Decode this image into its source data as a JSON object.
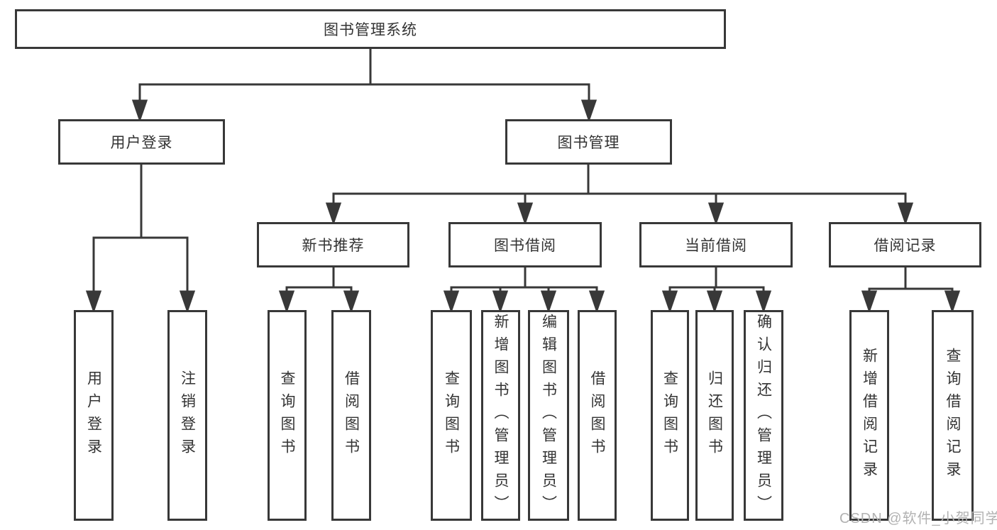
{
  "diagram": {
    "root": {
      "label": "图书管理系统"
    },
    "level2": [
      {
        "id": "user-login",
        "label": "用户登录"
      },
      {
        "id": "book-management",
        "label": "图书管理"
      }
    ],
    "level3": [
      {
        "id": "new-book-recommend",
        "label": "新书推荐"
      },
      {
        "id": "book-borrowing",
        "label": "图书借阅"
      },
      {
        "id": "current-borrowing",
        "label": "当前借阅"
      },
      {
        "id": "borrowing-records",
        "label": "借阅记录"
      }
    ],
    "leaves": [
      {
        "parent": "用户登录",
        "label": "用户登录"
      },
      {
        "parent": "用户登录",
        "label": "注销登录"
      },
      {
        "parent": "新书推荐",
        "label": "查询图书"
      },
      {
        "parent": "新书推荐",
        "label": "借阅图书"
      },
      {
        "parent": "图书借阅",
        "label": "查询图书"
      },
      {
        "parent": "图书借阅",
        "label": "新增图书（管理员）"
      },
      {
        "parent": "图书借阅",
        "label": "编辑图书（管理员）"
      },
      {
        "parent": "图书借阅",
        "label": "借阅图书"
      },
      {
        "parent": "当前借阅",
        "label": "查询图书"
      },
      {
        "parent": "当前借阅",
        "label": "归还图书"
      },
      {
        "parent": "当前借阅",
        "label": "确认归还（管理员）"
      },
      {
        "parent": "借阅记录",
        "label": "新增借阅记录"
      },
      {
        "parent": "借阅记录",
        "label": "查询借阅记录"
      }
    ],
    "watermark": "CSDN @软件_小贺同学",
    "colors": {
      "line": "#383838",
      "text": "#333333",
      "watermark": "#b2b2b2",
      "background": "#ffffff"
    }
  }
}
